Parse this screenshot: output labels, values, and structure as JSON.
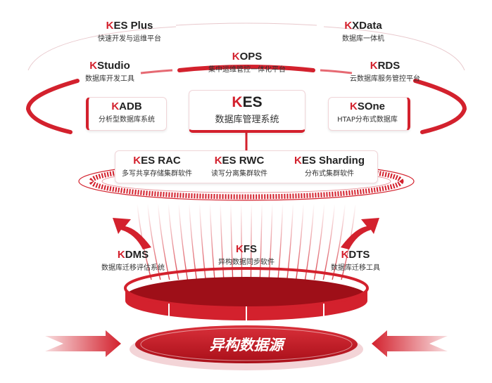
{
  "products": {
    "kes_plus": {
      "mark": "K",
      "name": "ES Plus",
      "desc": "快速开发与运维平台"
    },
    "kxdata": {
      "mark": "K",
      "name": "XData",
      "desc": "数据库一体机"
    },
    "kops": {
      "mark": "K",
      "name": "OPS",
      "desc": "集中运维管控一体化平台"
    },
    "kstudio": {
      "mark": "K",
      "name": "Studio",
      "desc": "数据库开发工具"
    },
    "krds": {
      "mark": "K",
      "name": "RDS",
      "desc": "云数据库服务管控平台"
    },
    "kadb": {
      "mark": "K",
      "name": "ADB",
      "desc": "分析型数据库系统"
    },
    "kes": {
      "mark": "K",
      "name": "ES",
      "desc": "数据库管理系统"
    },
    "ksone": {
      "mark": "K",
      "name": "SOne",
      "desc": "HTAP分布式数据库"
    },
    "kes_rac": {
      "mark": "K",
      "name": "ES RAC",
      "desc": "多写共享存储集群软件"
    },
    "kes_rwc": {
      "mark": "K",
      "name": "ES RWC",
      "desc": "读写分离集群软件"
    },
    "kes_sharding": {
      "mark": "K",
      "name": "ES Sharding",
      "desc": "分布式集群软件"
    },
    "kdms": {
      "mark": "K",
      "name": "DMS",
      "desc": "数据库迁移评估系统"
    },
    "kfs": {
      "mark": "K",
      "name": "FS",
      "desc": "异构数据同步软件"
    },
    "kdts": {
      "mark": "K",
      "name": "DTS",
      "desc": "数据库迁移工具"
    }
  },
  "source": {
    "label": "异构数据源"
  },
  "colors": {
    "accent": "#d3212d",
    "dark_red": "#b0121c",
    "light_border": "#f0d5d8"
  }
}
